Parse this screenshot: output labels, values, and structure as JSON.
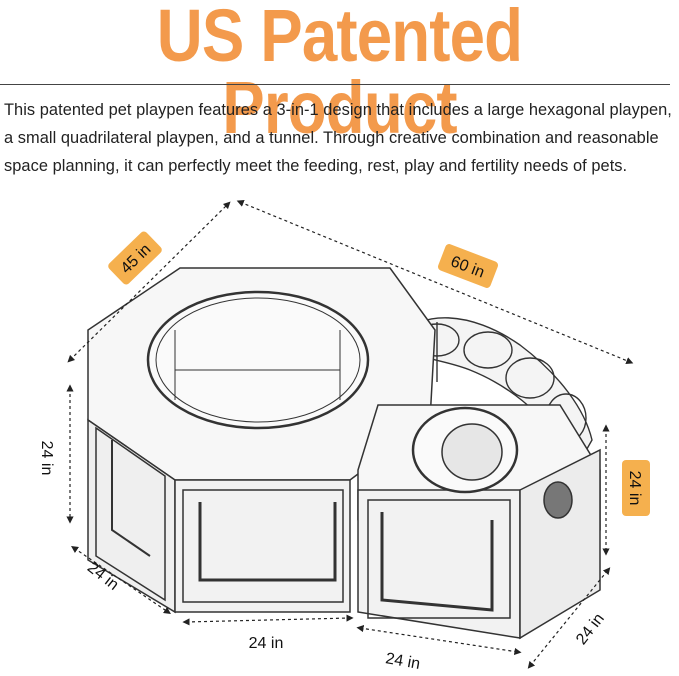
{
  "headline": "US Patented Product",
  "description": "This patented pet playpen features a 3-in-1 design that includes a large hexagonal playpen, a small quadrilateral playpen, and a tunnel. Through creative combination and reasonable space planning, it can perfectly meet the feeding, rest, play and fertility needs of pets.",
  "dimensions": {
    "top_left_width": "45 in",
    "top_length": "60 in",
    "left_height": "24 in",
    "right_height": "24 in",
    "bottom_left_side": "24 in",
    "bottom_front": "24 in",
    "bottom_small_front": "24 in",
    "bottom_right_side": "24 in"
  },
  "colors": {
    "accent": "#f39a4c",
    "badge": "#f5b04e"
  }
}
